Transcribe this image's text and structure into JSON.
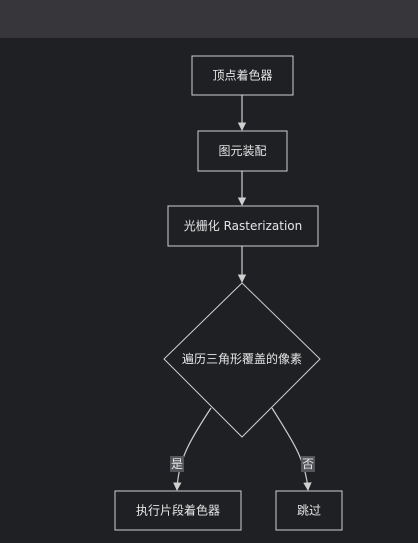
{
  "diagram": {
    "nodes": {
      "vertex_shader": "顶点着色器",
      "primitive_assembly": "图元装配",
      "rasterization": "光栅化 Rasterization",
      "traverse_pixels": "遍历三角形覆盖的像素",
      "fragment_shader": "执行片段着色器",
      "skip": "跳过"
    },
    "edges": {
      "yes": "是",
      "no": "否"
    }
  },
  "colors": {
    "background": "#1f2023",
    "topbar": "#36363b",
    "node_fill": "#1f2023",
    "stroke": "#cfcfcf",
    "text": "#e6e6e6",
    "label_bg": "#55565b"
  }
}
